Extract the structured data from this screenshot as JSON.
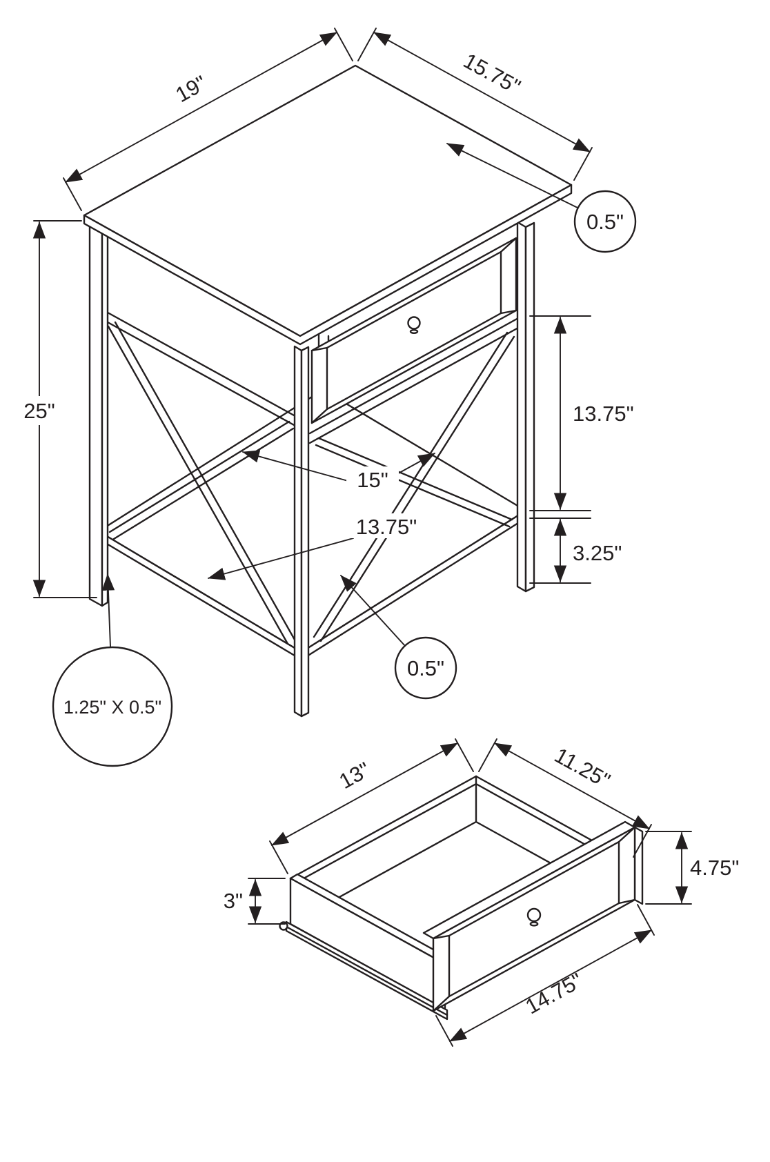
{
  "colors": {
    "line": "#231f20",
    "background": "#ffffff"
  },
  "table_view": {
    "dim_top_depth": "19\"",
    "dim_top_width": "15.75\"",
    "dim_top_thickness": "0.5\"",
    "dim_height": "25\"",
    "dim_opening_height": "13.75\"",
    "dim_brace": "15\"",
    "dim_shelf_depth": "13.75\"",
    "dim_shelf_clearance": "3.25\"",
    "dim_shelf_thickness": "0.5\"",
    "dim_leg": "1.25\" X 0.5\""
  },
  "drawer_view": {
    "dim_inner_depth": "13\"",
    "dim_inner_width": "11.25\"",
    "dim_side_height": "3\"",
    "dim_front_height": "4.75\"",
    "dim_front_width": "14.75\""
  }
}
